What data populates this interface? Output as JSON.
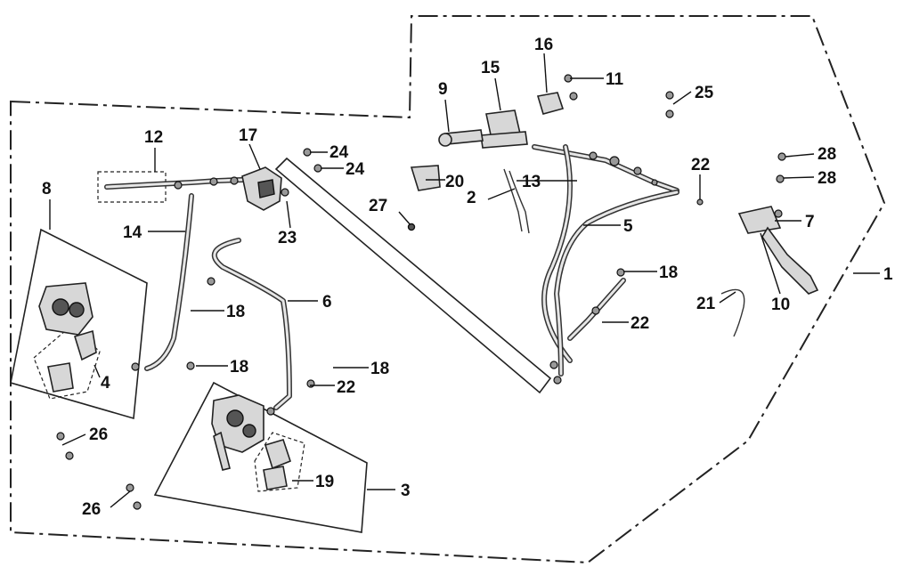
{
  "diagram": {
    "callouts": [
      {
        "id": "c1",
        "label": "1"
      },
      {
        "id": "c2",
        "label": "2"
      },
      {
        "id": "c3",
        "label": "3"
      },
      {
        "id": "c4",
        "label": "4"
      },
      {
        "id": "c5",
        "label": "5"
      },
      {
        "id": "c6",
        "label": "6"
      },
      {
        "id": "c7",
        "label": "7"
      },
      {
        "id": "c8",
        "label": "8"
      },
      {
        "id": "c9",
        "label": "9"
      },
      {
        "id": "c10",
        "label": "10"
      },
      {
        "id": "c11",
        "label": "11"
      },
      {
        "id": "c12",
        "label": "12"
      },
      {
        "id": "c13",
        "label": "13"
      },
      {
        "id": "c14",
        "label": "14"
      },
      {
        "id": "c15",
        "label": "15"
      },
      {
        "id": "c16",
        "label": "16"
      },
      {
        "id": "c17",
        "label": "17"
      },
      {
        "id": "c18a",
        "label": "18"
      },
      {
        "id": "c18b",
        "label": "18"
      },
      {
        "id": "c18c",
        "label": "18"
      },
      {
        "id": "c18d",
        "label": "18"
      },
      {
        "id": "c19",
        "label": "19"
      },
      {
        "id": "c20",
        "label": "20"
      },
      {
        "id": "c21",
        "label": "21"
      },
      {
        "id": "c22a",
        "label": "22"
      },
      {
        "id": "c22b",
        "label": "22"
      },
      {
        "id": "c22c",
        "label": "22"
      },
      {
        "id": "c23",
        "label": "23"
      },
      {
        "id": "c24a",
        "label": "24"
      },
      {
        "id": "c24b",
        "label": "24"
      },
      {
        "id": "c25",
        "label": "25"
      },
      {
        "id": "c26a",
        "label": "26"
      },
      {
        "id": "c26b",
        "label": "26"
      },
      {
        "id": "c27",
        "label": "27"
      },
      {
        "id": "c28a",
        "label": "28"
      },
      {
        "id": "c28b",
        "label": "28"
      }
    ]
  }
}
